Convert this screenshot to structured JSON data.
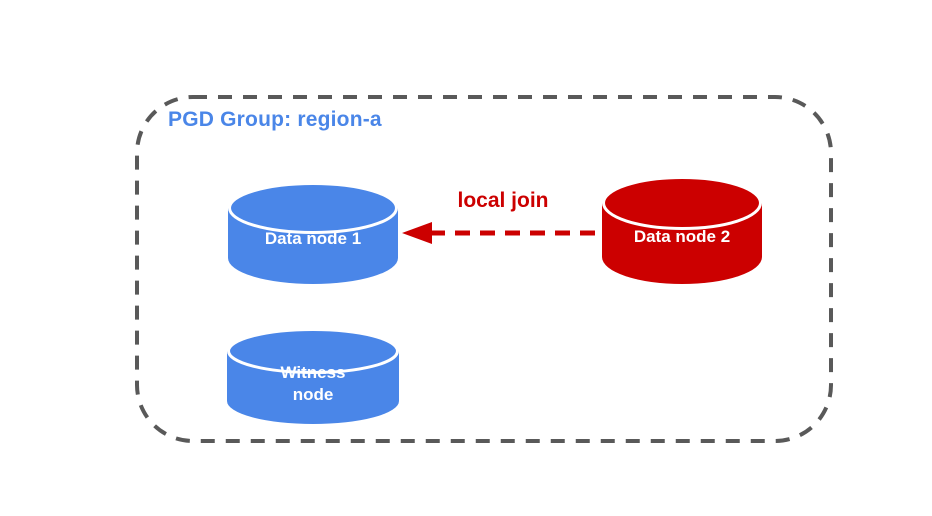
{
  "group": {
    "title": "PGD Group: region-a",
    "title_color": "#4a86e8",
    "border_color": "#595959"
  },
  "nodes": {
    "data_node_1": {
      "label": "Data node 1",
      "fill": "#4a86e8",
      "text_color": "#ffffff"
    },
    "data_node_2": {
      "label": "Data node 2",
      "fill": "#cc0000",
      "text_color": "#ffffff"
    },
    "witness_node": {
      "label": "Witness\nnode",
      "fill": "#4a86e8",
      "text_color": "#ffffff"
    }
  },
  "edge": {
    "label": "local join",
    "label_color": "#cc0000",
    "color": "#cc0000",
    "style": "dashed",
    "direction": "Data node 2 to Data node 1"
  }
}
